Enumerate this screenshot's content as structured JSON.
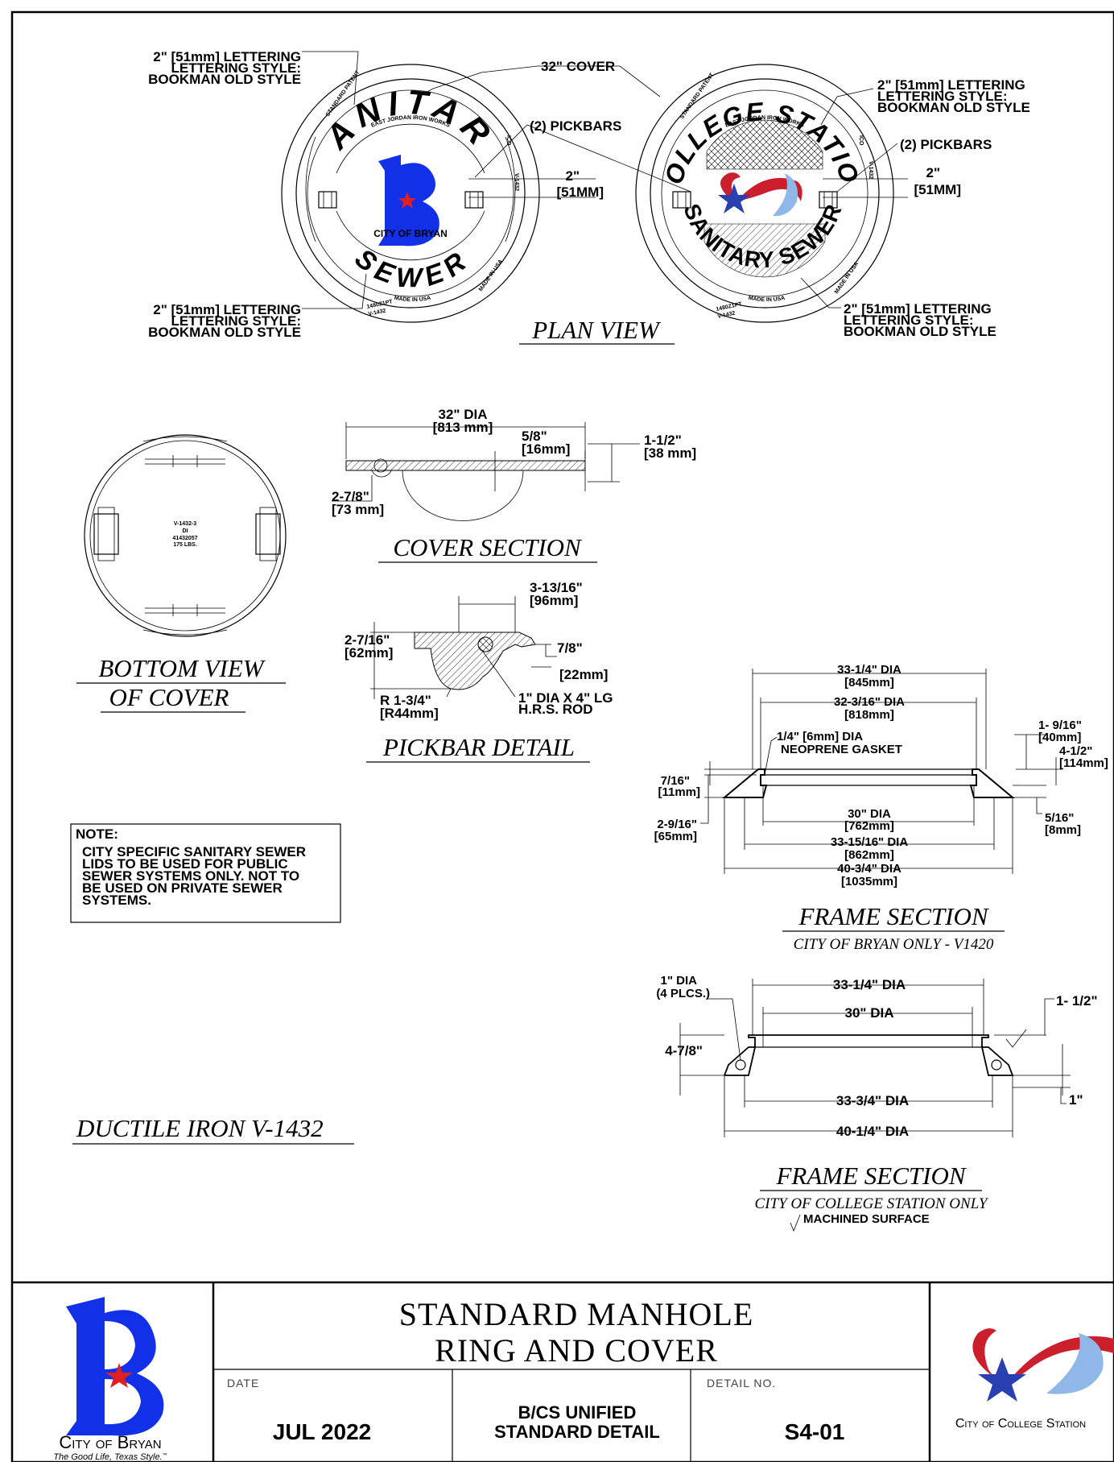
{
  "plan_view": {
    "title": "PLAN VIEW",
    "cover_label": "32\" COVER",
    "left_lettering_top": [
      "2\" [51mm] LETTERING",
      "LETTERING STYLE:",
      "BOOKMAN OLD STYLE"
    ],
    "left_lettering_bottom": [
      "2\" [51mm] LETTERING",
      "LETTERING STYLE:",
      "BOOKMAN OLD STYLE"
    ],
    "right_lettering_top": [
      "2\" [51mm] LETTERING",
      "LETTERING STYLE:",
      "BOOKMAN OLD STYLE"
    ],
    "right_lettering_bottom": [
      "2\" [51mm] LETTERING",
      "LETTERING STYLE:",
      "BOOKMAN OLD STYLE"
    ],
    "pickbars_left": "(2) PICKBARS",
    "pickbars_right": "(2) PICKBARS",
    "dim_left": [
      "2\"",
      "[51MM]"
    ],
    "dim_right": [
      "2\"",
      "[51MM]"
    ],
    "bryan_cover": {
      "arc_top": "SANITARY",
      "arc_bottom": "SEWER",
      "city": "CITY OF BRYAN",
      "foundry": "EAST JORDAN IRON WORKS",
      "made_in": "MADE IN USA",
      "part": "V-1432",
      "code": "1480Z1PT",
      "code2": "V-1432",
      "side_top": "ICO",
      "stamp_left": "STANDARD PATENT",
      "stamp_right": "MADE IN USA"
    },
    "cs_cover": {
      "arc_top": "COLLEGE STATION",
      "arc_bottom": "SANITARY SEWER",
      "foundry": "EAST JORDAN IRON WORKS",
      "made_in": "MADE IN USA",
      "part": "V-1432",
      "code": "1480Z1PT",
      "code2": "V-1432",
      "side_top": "ICO",
      "stamp_left": "STANDARD PATENT",
      "stamp_right": "MADE IN USA"
    }
  },
  "bottom_view": {
    "title_line1": "BOTTOM VIEW",
    "title_line2": "OF COVER",
    "stamp": [
      "V-1432-3",
      "DI",
      "41432057",
      "175 LBS."
    ]
  },
  "cover_section": {
    "title": "COVER SECTION",
    "dia": [
      "32\" DIA",
      "[813 mm]"
    ],
    "thick": [
      "5/8\"",
      "[16mm]"
    ],
    "height": [
      "1-1/2\"",
      "[38 mm]"
    ],
    "pick": [
      "2-7/8\"",
      "[73 mm]"
    ]
  },
  "pickbar_detail": {
    "title": "PICKBAR DETAIL",
    "width": [
      "3-13/16\"",
      "[96mm]"
    ],
    "depth": [
      "2-7/16\"",
      "[62mm]"
    ],
    "lip": [
      "7/8\"",
      "[22mm]"
    ],
    "radius": [
      "R 1-3/4\"",
      "[R44mm]"
    ],
    "rod": [
      "1\" DIA X 4\" LG",
      "H.R.S. ROD"
    ]
  },
  "note": {
    "heading": "NOTE:",
    "lines": [
      "CITY SPECIFIC SANITARY SEWER",
      "LIDS TO BE USED FOR PUBLIC",
      "SEWER SYSTEMS ONLY.  NOT TO",
      "BE USED ON PRIVATE SEWER",
      "SYSTEMS."
    ]
  },
  "material": "DUCTILE IRON V-1432",
  "frame_bryan": {
    "title": "FRAME SECTION",
    "subtitle": "CITY OF BRYAN ONLY - V1420",
    "d1": [
      "33-1/4\" DIA",
      "[845mm]"
    ],
    "d2": [
      "32-3/16\" DIA",
      "[818mm]"
    ],
    "gasket": [
      "1/4\" [6mm] DIA",
      "NEOPRENE GASKET"
    ],
    "h1": [
      "1- 9/16\"",
      "[40mm]"
    ],
    "h2": [
      "4-1/2\"",
      "[114mm]"
    ],
    "lip": [
      "7/16\"",
      "[11mm]"
    ],
    "h3": [
      "2-9/16\"",
      "[65mm]"
    ],
    "h4": [
      "5/16\"",
      "[8mm]"
    ],
    "d3": [
      "30\" DIA",
      "[762mm]"
    ],
    "d4": [
      "33-15/16\" DIA",
      "[862mm]"
    ],
    "d5": [
      "40-3/4\" DIA",
      "[1035mm]"
    ]
  },
  "frame_cs": {
    "title": "FRAME SECTION",
    "subtitle": "CITY OF COLLEGE STATION ONLY",
    "note": "MACHINED SURFACE",
    "holes": [
      "1\" DIA",
      "(4 PLCS.)"
    ],
    "d1": "33-1/4\" DIA",
    "d2": "30\" DIA",
    "h1": "1- 1/2\"",
    "h2": "4-7/8\"",
    "h3": "1\"",
    "d3": "33-3/4\" DIA",
    "d4": "40-1/4\" DIA"
  },
  "title_block": {
    "title_line1": "STANDARD MANHOLE",
    "title_line2": "RING AND COVER",
    "date_caption": "DATE",
    "date": "JUL 2022",
    "standard_line1": "B/CS UNIFIED",
    "standard_line2": "STANDARD DETAIL",
    "detail_caption": "DETAIL NO.",
    "detail_no": "S4-01",
    "bryan_name": "City of Bryan",
    "bryan_tagline": "The Good Life, Texas Style.",
    "bryan_trademark": "™",
    "cs_name": "City of College Station"
  },
  "colors": {
    "bryan_blue": "#1230e8",
    "star_red": "#e02020",
    "cs_red": "#cc1f2e",
    "cs_blue": "#2a3fb0",
    "cs_light": "#8fb8e8"
  }
}
